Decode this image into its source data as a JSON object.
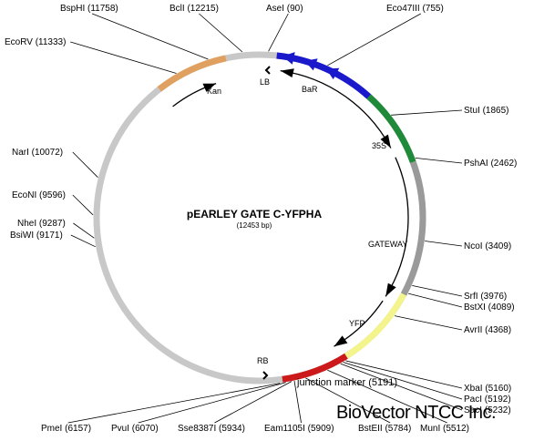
{
  "title": "pEARLEY GATE C-YFPHA",
  "subtitle": "(12453 bp)",
  "brand": "BioVector NTCC Inc.",
  "colors": {
    "backbone": "#c8c8c8",
    "kan": "#e0a060",
    "bar": "#1a1acc",
    "promoter": "#1f8a3a",
    "gateway": "#9a9a9a",
    "yfp": "#f4f48c",
    "ha": "#cc1a1a"
  },
  "features": {
    "kan": "Kan",
    "lb": "LB",
    "bar": "BaR",
    "promoter": "35S",
    "gateway": "GATEWAY",
    "yfp": "YFP",
    "rb": "RB",
    "junction": "junction marker (5191)"
  },
  "sites": [
    {
      "name": "BspHI (11758)"
    },
    {
      "name": "BclI (12215)"
    },
    {
      "name": "AseI (90)"
    },
    {
      "name": "Eco47III (755)"
    },
    {
      "name": "EcoRV (11333)"
    },
    {
      "name": "StuI (1865)"
    },
    {
      "name": "PshAI (2462)"
    },
    {
      "name": "NarI (10072)"
    },
    {
      "name": "EcoNI (9596)"
    },
    {
      "name": "NheI (9287)"
    },
    {
      "name": "BsiWI (9171)"
    },
    {
      "name": "NcoI (3409)"
    },
    {
      "name": "SrfI (3976)"
    },
    {
      "name": "BstXI (4089)"
    },
    {
      "name": "AvrII (4368)"
    },
    {
      "name": "XbaI (5160)"
    },
    {
      "name": "PacI (5192)"
    },
    {
      "name": "SacI (5232)"
    },
    {
      "name": "PmeI (6157)"
    },
    {
      "name": "PvuI (6070)"
    },
    {
      "name": "Sse8387I (5934)"
    },
    {
      "name": "Eam1105I (5909)"
    },
    {
      "name": "BstEII (5784)"
    },
    {
      "name": "MunI (5512)"
    }
  ]
}
